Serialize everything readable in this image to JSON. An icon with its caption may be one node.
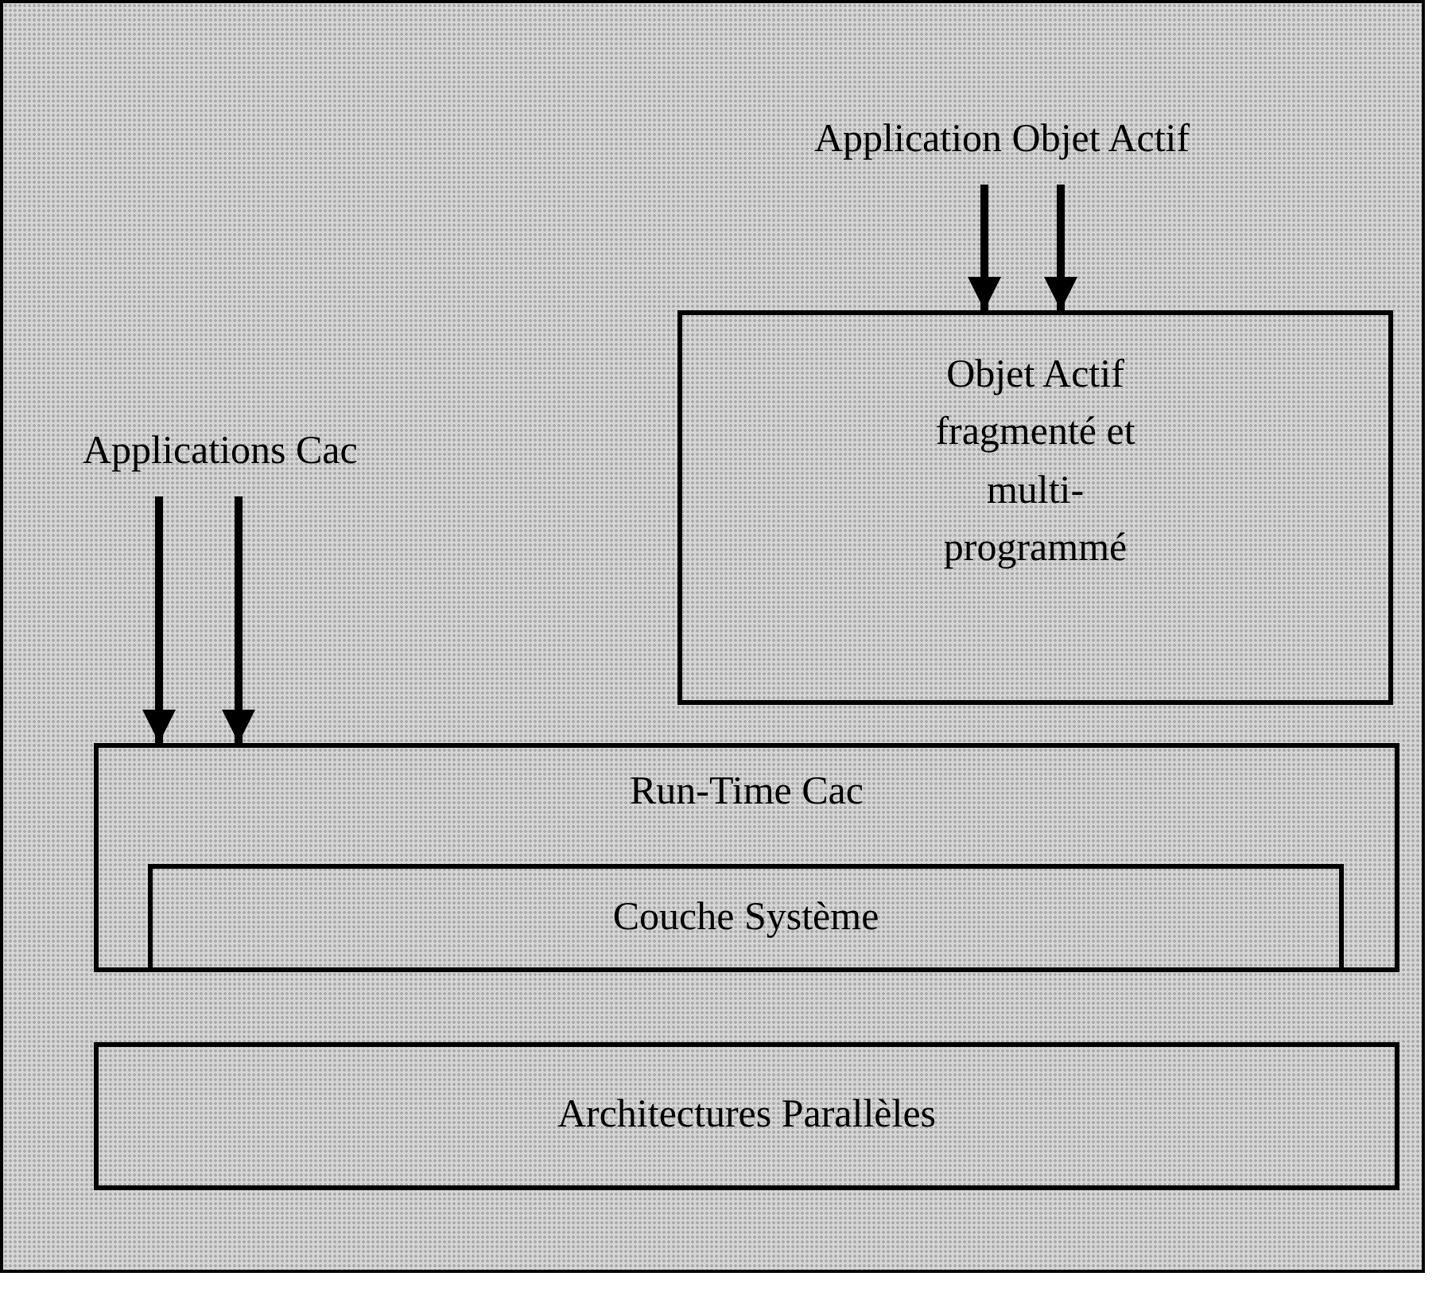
{
  "diagram": {
    "nodes": [
      {
        "text": [
          "Application Objet Actif"
        ]
      },
      {
        "text": [
          "Objet Actif fragmenté et multi-programmé"
        ]
      },
      {
        "text": [
          "Applications Cac"
        ]
      },
      {
        "text": [
          "Run-Time Cac"
        ]
      },
      {
        "text": [
          "Couche Système"
        ],
        "in": 3
      },
      {
        "text": [
          "Architectures Parallèles"
        ]
      }
    ],
    "edges": [
      {
        "from": 0,
        "to": 1,
        "arrow": "to"
      },
      {
        "from": 0,
        "to": 1,
        "arrow": "to"
      },
      {
        "from": 2,
        "to": 3,
        "arrow": "to"
      },
      {
        "from": 2,
        "to": 3,
        "arrow": "to"
      }
    ]
  }
}
